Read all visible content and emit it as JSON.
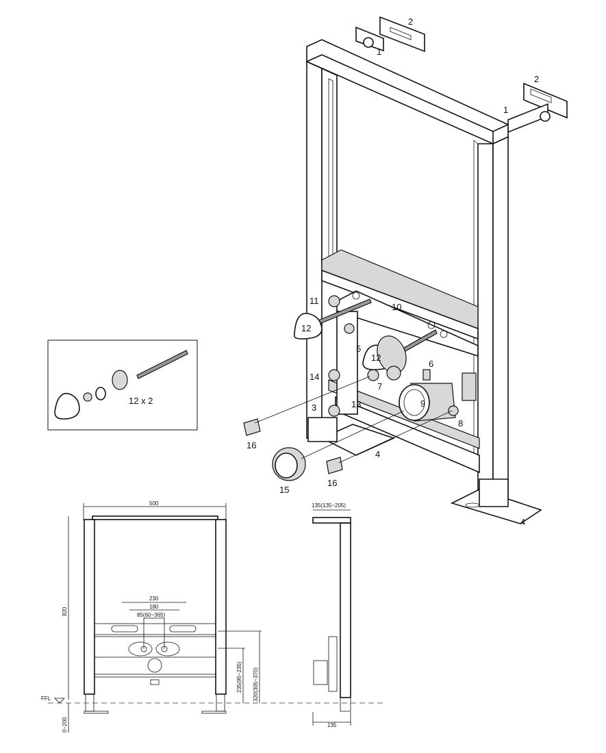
{
  "callouts": {
    "c1a": "1",
    "c2a": "2",
    "c1b": "1",
    "c2b": "2",
    "c11": "11",
    "c10": "10",
    "c12a": "12",
    "c12b": "12",
    "c5": "5",
    "c6": "6",
    "c7": "7",
    "c14": "14",
    "c3": "3",
    "c13": "13",
    "c9": "9",
    "c8": "8",
    "c4a": "4",
    "c4b": "4",
    "c16a": "16",
    "c16b": "16",
    "c15": "15"
  },
  "inset": {
    "label": "12 x 2"
  },
  "front_view": {
    "width": "500",
    "height": "820",
    "d230": "230",
    "d180": "180",
    "d_center": "85(60~365)",
    "d_left_h": "235(95~235)",
    "d_right_h": "320(305~370)",
    "floor": "FFL",
    "adjust": "0~200"
  },
  "side_view": {
    "depth_top": "135(135~205)",
    "depth_bottom": "135"
  }
}
